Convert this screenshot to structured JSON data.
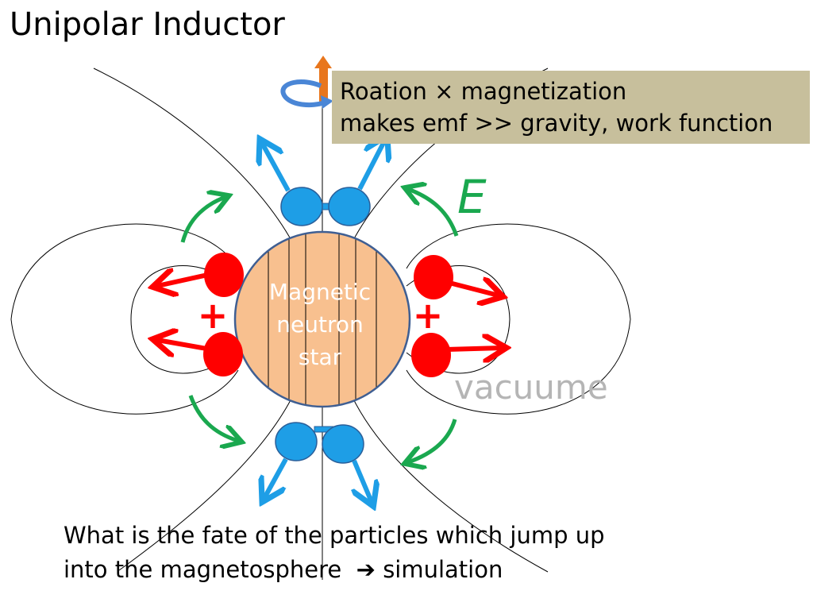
{
  "title": "Unipolar Inductor",
  "callout": {
    "line1": "Roation × magnetization",
    "line2": "makes emf  >> gravity, work function"
  },
  "labels": {
    "field": "E",
    "star_line1": "Magnetic",
    "star_line2": "neutron",
    "star_line3": "star",
    "plus": "+",
    "region": "vacuume"
  },
  "question": {
    "line1": "What is the fate of the particles which jump up",
    "line2_text": "into the magnetosphere",
    "arrow": "➔",
    "line2_tail": "simulation"
  },
  "colors": {
    "star_fill": "#f8c08f",
    "star_outline": "#3f5f93",
    "electron": "#1e9ee6",
    "ion": "#ff0000",
    "e_arrow": "#1aa84f",
    "spin_arrow": "#4a86d6",
    "axis_arrow": "#e8761d",
    "callout_bg": "#c7bf9c",
    "vacuum_text": "#b5b5b5"
  }
}
